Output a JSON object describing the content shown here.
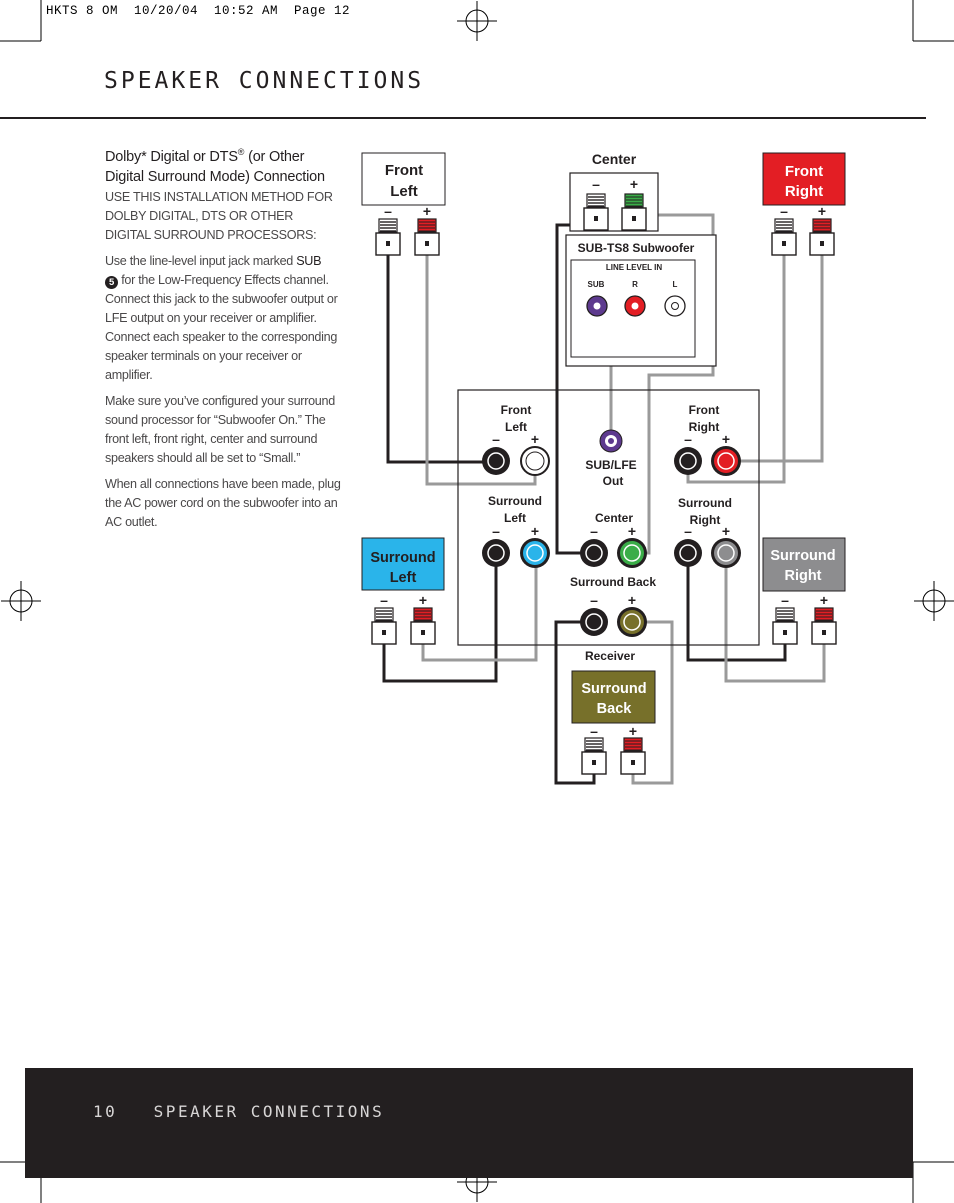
{
  "slug": "HKTS 8 OM  10/20/04  10:52 AM  Page 12",
  "page_title": "SPEAKER CONNECTIONS",
  "body": {
    "heading_part1": "Dolby* Digital or DTS",
    "heading_reg": "®",
    "heading_part2": " (or Other Digital Surround Mode) Connection",
    "intro_caps": "USE THIS INSTALLATION METHOD FOR DOLBY DIGITAL, DTS OR OTHER DIGITAL SURROUND PROCESSORS:",
    "p1_before": "Use the line-level input jack marked ",
    "p1_sub": "SUB",
    "p1_num": "5",
    "p1_after": " for the Low-Frequency Effects channel. Connect this jack to the subwoofer output or LFE output on your receiver or amplifier. Connect each speaker to the corresponding speaker terminals on your receiver or amplifier.",
    "p2": "Make sure you’ve configured your surround sound processor for “Subwoofer On.” The front left, front right, center and surround speakers should all be set to “Small.”",
    "p3": "When all connections have been made, plug the AC power cord on the subwoofer into an AC outlet."
  },
  "diagram": {
    "speakers": {
      "front_left": {
        "line1": "Front",
        "line2": "Left"
      },
      "front_right": {
        "line1": "Front",
        "line2": "Right"
      },
      "center": "Center",
      "surround_left": {
        "line1": "Surround",
        "line2": "Left"
      },
      "surround_right": {
        "line1": "Surround",
        "line2": "Right"
      },
      "surround_back": {
        "line1": "Surround",
        "line2": "Back"
      }
    },
    "subwoofer": {
      "title": "SUB-TS8 Subwoofer",
      "line_level_label": "LINE LEVEL IN",
      "jacks": [
        "SUB",
        "R",
        "L"
      ]
    },
    "receiver": {
      "label": "Receiver",
      "front_left": {
        "line1": "Front",
        "line2": "Left"
      },
      "front_right": {
        "line1": "Front",
        "line2": "Right"
      },
      "sub_lfe": {
        "line1": "SUB/LFE",
        "line2": "Out"
      },
      "surround_left": {
        "line1": "Surround",
        "line2": "Left"
      },
      "surround_right": {
        "line1": "Surround",
        "line2": "Right"
      },
      "center": "Center",
      "surround_back": "Surround Back"
    },
    "minus": "–",
    "plus": "+",
    "colors": {
      "front_right": "#e31e24",
      "surround_left": "#2ab4ea",
      "surround_right": "#8d8d8f",
      "surround_back": "#77702a",
      "center": "#3aad48",
      "sub": "#5d3a8e",
      "wire_positive": "#9a9a9a",
      "wire_negative": "#231f20"
    }
  },
  "footer": {
    "page_number": "10",
    "section": "SPEAKER CONNECTIONS"
  }
}
